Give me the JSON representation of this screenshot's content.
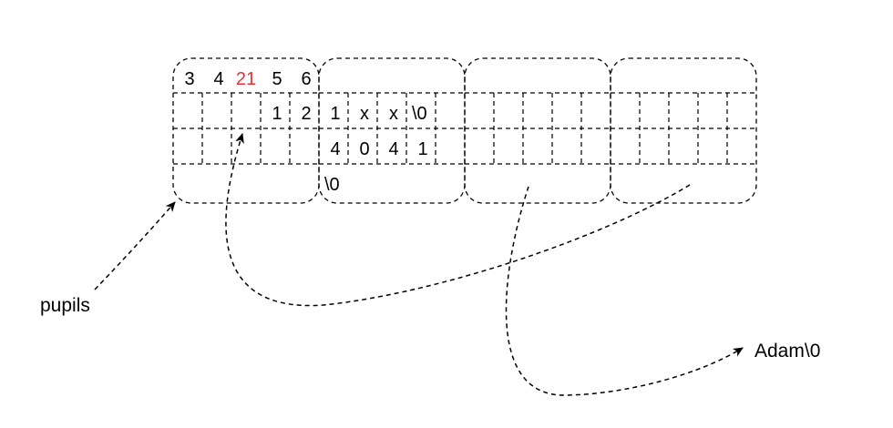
{
  "colors": {
    "ink": "#000000",
    "highlight": "#e8303a",
    "background": "#ffffff"
  },
  "blocks": [
    {
      "rows": [
        [
          "3",
          "4",
          "",
          "5",
          "6"
        ],
        [
          "",
          "",
          "",
          "1",
          "2"
        ],
        [
          "",
          "",
          "",
          "",
          ""
        ],
        [
          "",
          "",
          "",
          "",
          ""
        ]
      ],
      "overlay": "21"
    },
    {
      "rows": [
        [
          "",
          "",
          "",
          "",
          ""
        ],
        [
          "1",
          "x",
          "x",
          "\\0",
          ""
        ],
        [
          "4",
          "0",
          "4",
          "1",
          ""
        ],
        [
          "\\0",
          "",
          "",
          "",
          ""
        ]
      ],
      "overlay": ""
    },
    {
      "rows": [
        [
          "",
          "",
          "",
          "",
          ""
        ],
        [
          "",
          "",
          "",
          "",
          ""
        ],
        [
          "",
          "",
          "",
          "",
          ""
        ],
        [
          "",
          "",
          "",
          "",
          ""
        ]
      ],
      "overlay": ""
    },
    {
      "rows": [
        [
          "",
          "",
          "",
          "",
          ""
        ],
        [
          "",
          "",
          "",
          "",
          ""
        ],
        [
          "",
          "",
          "",
          "",
          ""
        ],
        [
          "",
          "",
          "",
          "",
          ""
        ]
      ],
      "overlay": ""
    }
  ],
  "labels": {
    "pointer_name": "pupils",
    "string_value": "Adam\\0"
  }
}
